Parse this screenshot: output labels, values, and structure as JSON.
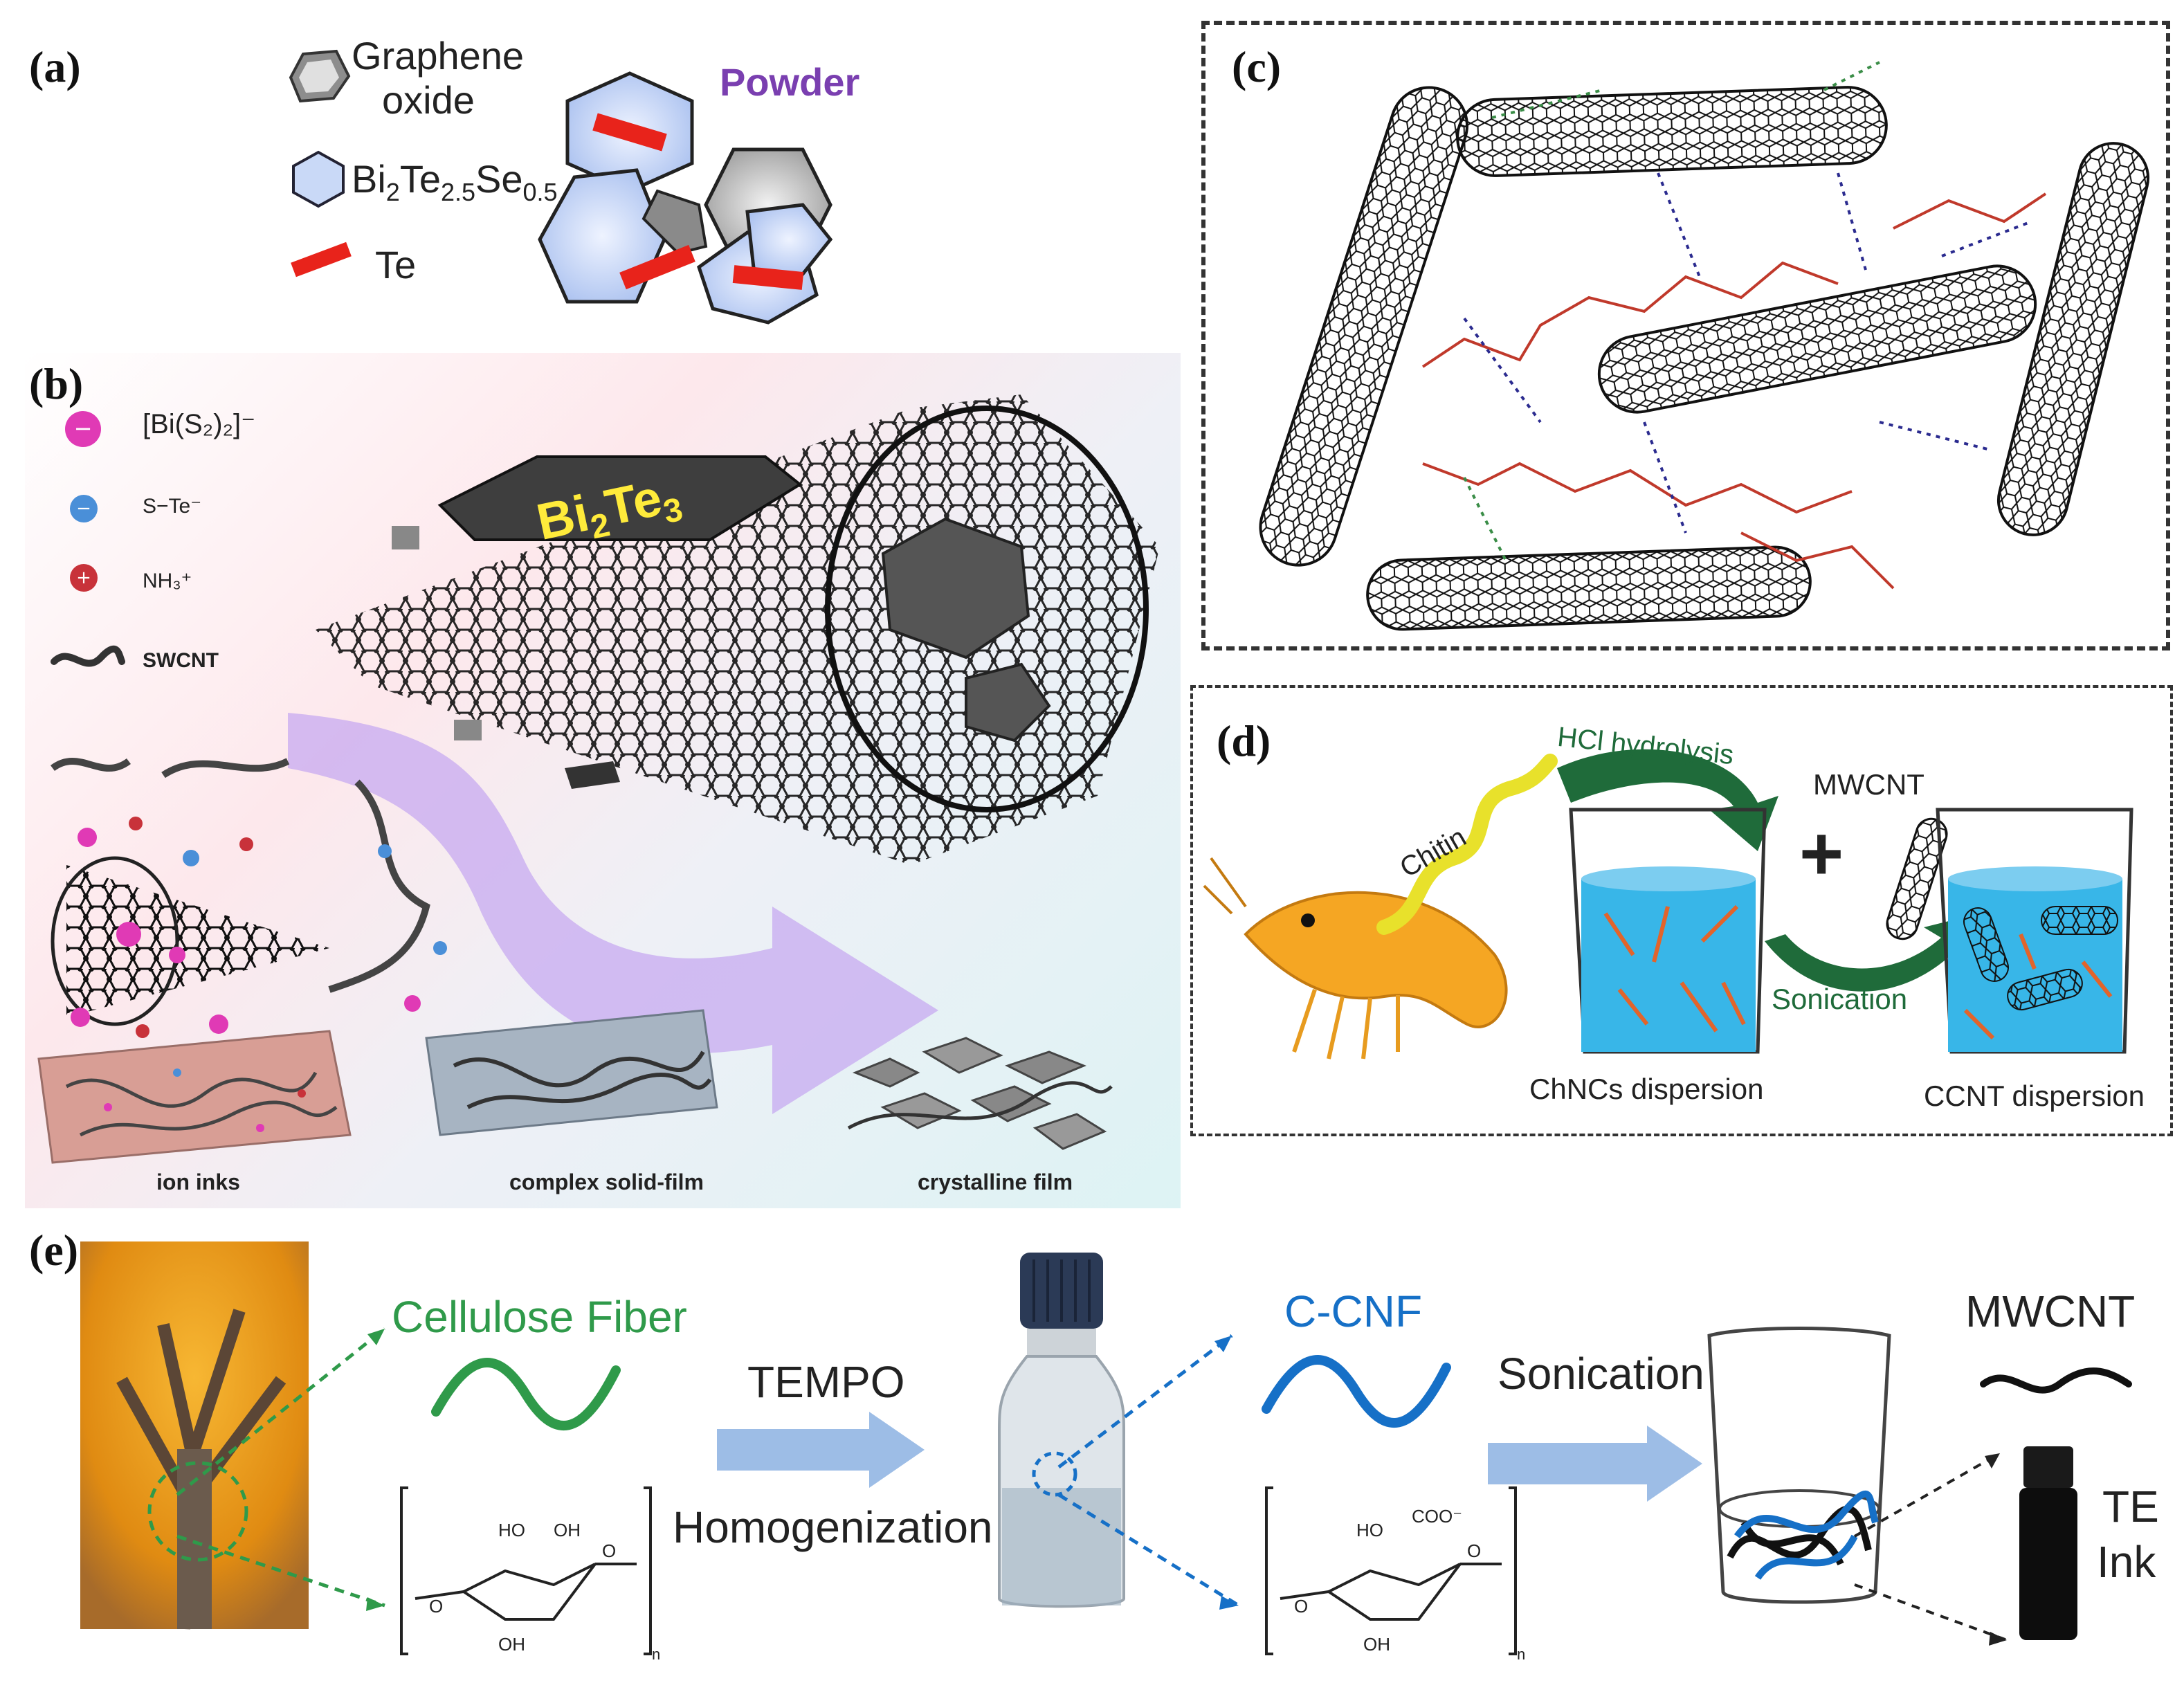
{
  "panel_a": {
    "label": "(a)",
    "legend": [
      {
        "name": "Graphene",
        "line2": "oxide"
      },
      {
        "name": "Bi2Te2.5Se0.5",
        "base": "Bi",
        "s1": "2",
        "m1": "Te",
        "s2": "2.5",
        "m2": "Se",
        "s3": "0.5"
      },
      {
        "name": "Te"
      }
    ],
    "powder": "Powder",
    "colors": {
      "graphene": "#9a9a9a",
      "bts": "#c9d9f7",
      "te": "#e8231b",
      "powder": "#7a3fb0"
    }
  },
  "panel_b": {
    "label": "(b)",
    "legend_items": [
      {
        "icon": "ion-pink-minus",
        "sign": "−",
        "formula": "[Bi(S₂)₂]⁻"
      },
      {
        "icon": "ion-blue-minus",
        "sign": "−",
        "formula": "S−Te⁻"
      },
      {
        "icon": "ion-red-plus",
        "sign": "+",
        "formula": "NH₃⁺"
      },
      {
        "icon": "swcnt-line",
        "formula": "SWCNT"
      }
    ],
    "bi2te3": {
      "base": "Bi",
      "s1": "2",
      "m": "Te",
      "s2": "3"
    },
    "captions": [
      "ion inks",
      "complex solid-film",
      "crystalline film"
    ]
  },
  "panel_c": {
    "label": "(c)"
  },
  "panel_d": {
    "label": "(d)",
    "chitin": "Chitin",
    "hcl": "HCl hydrolysis",
    "mwcnt": "MWCNT",
    "plus": "+",
    "sonication": "Sonication",
    "chncs": "ChNCs dispersion",
    "ccnt": "CCNT dispersion"
  },
  "panel_e": {
    "label": "(e)",
    "cellulose_fiber": "Cellulose Fiber",
    "tempo": "TEMPO",
    "homogenization": "Homogenization",
    "ccnf": "C-CNF",
    "sonication": "Sonication",
    "mwcnt": "MWCNT",
    "te": "TE",
    "ink": "Ink",
    "chem": {
      "ho": "HO",
      "oh": "OH",
      "o": "O",
      "n": "n",
      "coo": "COO⁻"
    },
    "colors": {
      "cellulose": "#2f9a4a",
      "ccnf": "#1670c7",
      "arrow": "#9dbde6"
    }
  }
}
